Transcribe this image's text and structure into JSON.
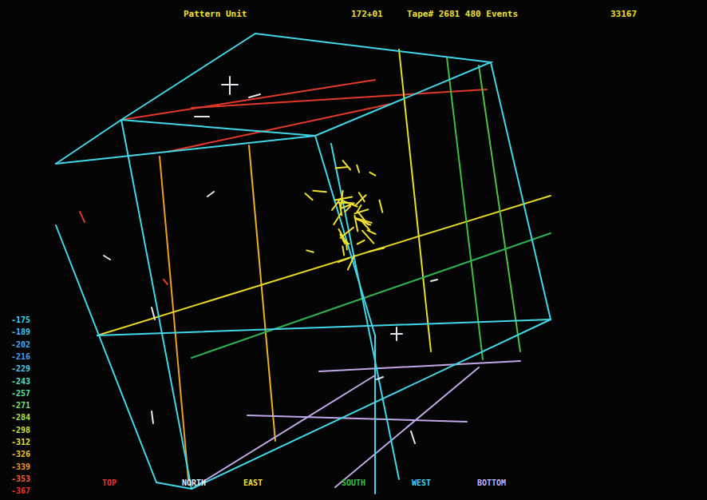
{
  "diagram": {
    "labels": [
      "Pattern Unit",
      "172+01",
      "Tape# 2681 480 Events",
      "33167",
      "-175",
      "-189",
      "-202",
      "-216",
      "-229",
      "-243",
      "-257",
      "-271",
      "-284",
      "-298",
      "-312",
      "-326",
      "-339",
      "-353",
      "-367",
      "TOP",
      "NORTH",
      "EAST",
      "SOUTH",
      "WEST",
      "BOTTOM"
    ]
  }
}
